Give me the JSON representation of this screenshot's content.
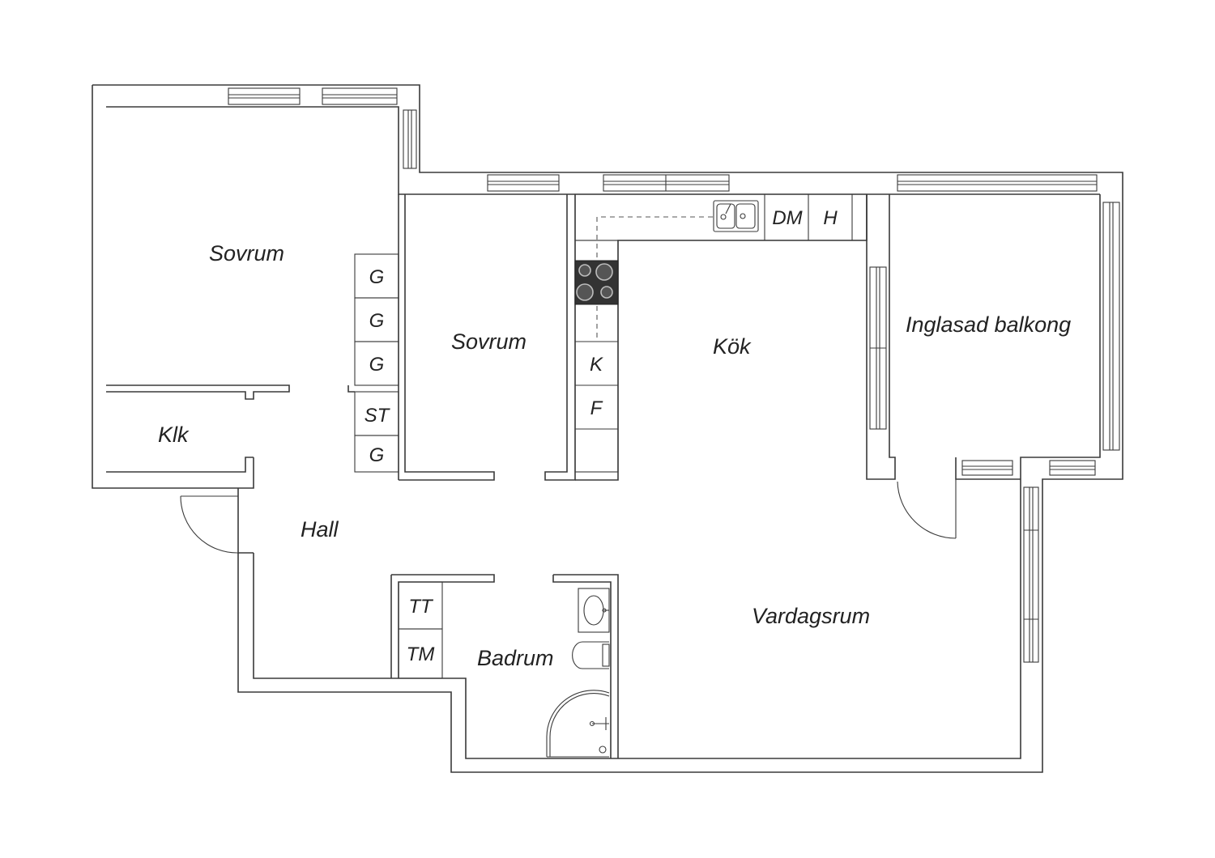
{
  "rooms": {
    "sovrum_1": "Sovrum",
    "sovrum_2": "Sovrum",
    "klk": "Klk",
    "hall": "Hall",
    "kok": "Kök",
    "balkong": "Inglasad balkong",
    "vardagsrum": "Vardagsrum",
    "badrum": "Badrum"
  },
  "fixtures": {
    "wardrobe_1": "G",
    "wardrobe_2": "G",
    "wardrobe_3": "G",
    "storage": "ST",
    "wardrobe_4": "G",
    "fridge": "K",
    "freezer": "F",
    "dishwasher": "DM",
    "hood": "H",
    "dryer": "TT",
    "washer": "TM"
  },
  "icons": {
    "sink": "kitchen-sink-icon",
    "stove": "stove-icon",
    "door_swing": "door-swing-icon",
    "toilet": "toilet-icon",
    "washbasin": "washbasin-icon",
    "shower": "shower-icon"
  }
}
